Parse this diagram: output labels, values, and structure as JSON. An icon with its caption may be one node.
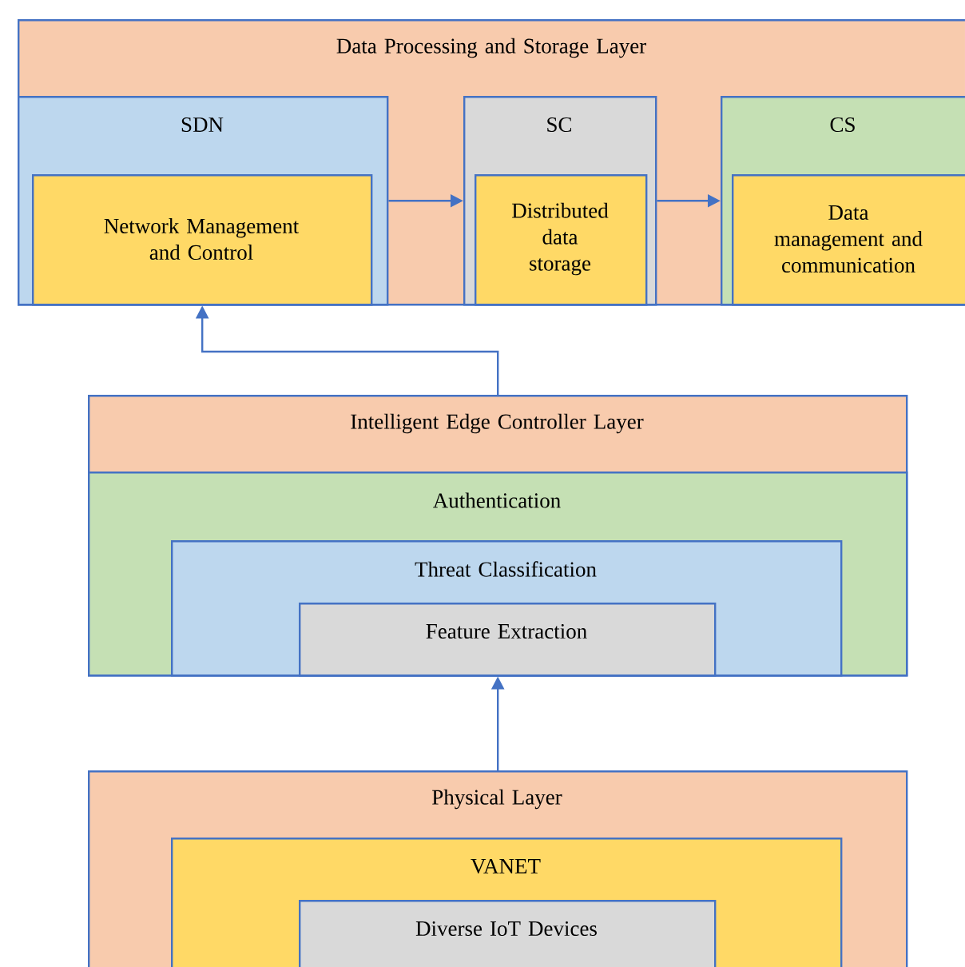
{
  "diagram": {
    "nodes": [
      {
        "text": [
          "Data Processing and Storage Layer"
        ]
      },
      {
        "text": [
          "SDN"
        ],
        "in": 0
      },
      {
        "text": [
          "Network Management and Control"
        ],
        "in": 1
      },
      {
        "text": [
          "SC"
        ],
        "in": 0
      },
      {
        "text": [
          "Distributed data storage"
        ],
        "in": 3
      },
      {
        "text": [
          "CS"
        ],
        "in": 0
      },
      {
        "text": [
          "Data management and communication"
        ],
        "in": 5
      },
      {
        "text": [
          "Intelligent Edge Controller Layer"
        ]
      },
      {
        "text": [
          "Authentication"
        ],
        "in": 7
      },
      {
        "text": [
          "Threat Classification"
        ],
        "in": 8
      },
      {
        "text": [
          "Feature Extraction"
        ],
        "in": 9
      },
      {
        "text": [
          "Physical Layer"
        ]
      },
      {
        "text": [
          "VANET"
        ],
        "in": 11
      },
      {
        "text": [
          "Diverse IoT Devices"
        ],
        "in": 12
      }
    ],
    "edges": [
      {
        "from": 1,
        "to": 3,
        "arrow": "to"
      },
      {
        "from": 3,
        "to": 5,
        "arrow": "to"
      },
      {
        "from": 7,
        "to": 2,
        "arrow": "to"
      },
      {
        "from": 11,
        "to": 10,
        "arrow": "to"
      }
    ]
  }
}
